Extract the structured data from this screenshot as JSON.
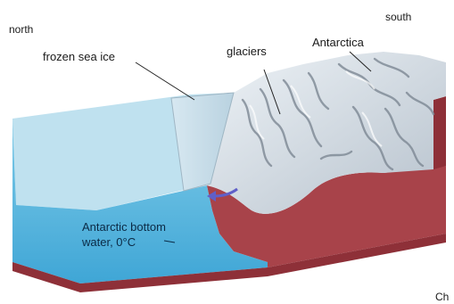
{
  "labels": {
    "north": "north",
    "south": "south",
    "frozen_sea_ice": "frozen sea ice",
    "glaciers": "glaciers",
    "antarctica": "Antarctica",
    "bottom_water_line1": "Antarctic bottom",
    "bottom_water_line2": "water, 0°C",
    "corner_fragment": "Ch"
  },
  "colors": {
    "sea_surface": "#bfe1ef",
    "water_front": "#5cb9df",
    "water_deep": "#3fa6d6",
    "sea_floor_front": "#a8434a",
    "sea_floor_side": "#8e3038",
    "sea_floor_top": "#b85a5a",
    "ice_light": "#dfe7ee",
    "ice_shadow": "#8f9aa6",
    "sea_ice": "#c9dde8",
    "flow_arrow": "#5f5fc8"
  }
}
